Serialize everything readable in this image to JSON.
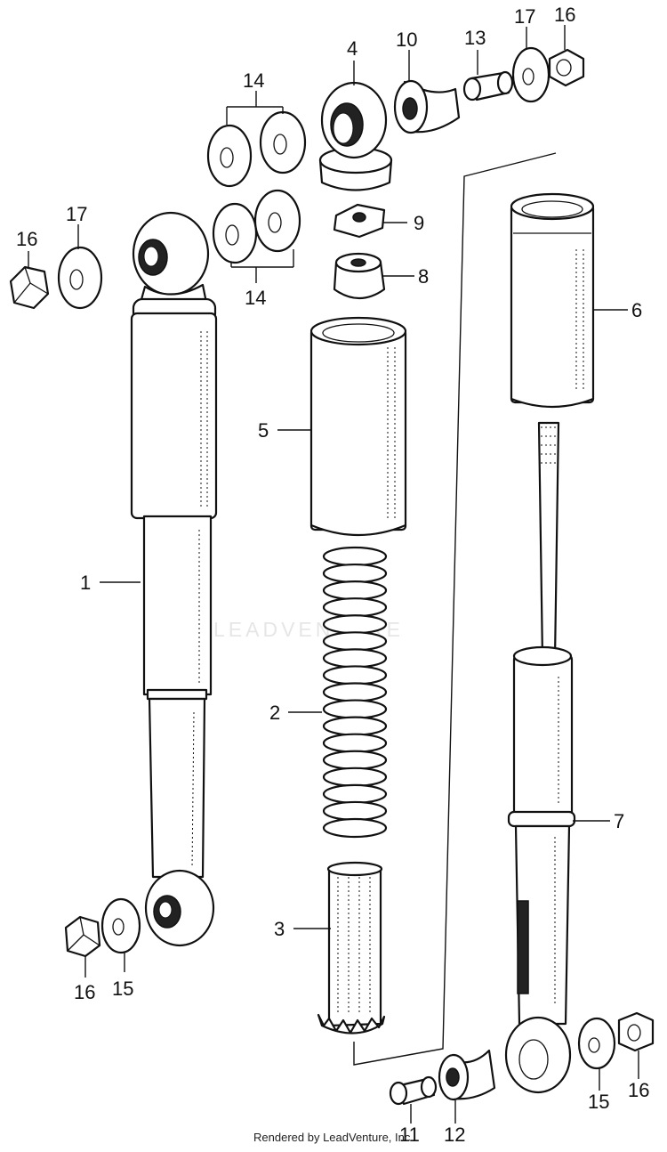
{
  "watermark": "LEADVENTURE",
  "footer": "Rendered by LeadVenture, Inc.",
  "callouts": {
    "c1": "1",
    "c2": "2",
    "c3": "3",
    "c4": "4",
    "c5": "5",
    "c6": "6",
    "c7": "7",
    "c8": "8",
    "c9": "9",
    "c10": "10",
    "c11": "11",
    "c12": "12",
    "c13": "13",
    "c14a": "14",
    "c14b": "14",
    "c15a": "15",
    "c15b": "15",
    "c16a": "16",
    "c16b": "16",
    "c16c": "16",
    "c16d": "16",
    "c17a": "17",
    "c17b": "17"
  }
}
